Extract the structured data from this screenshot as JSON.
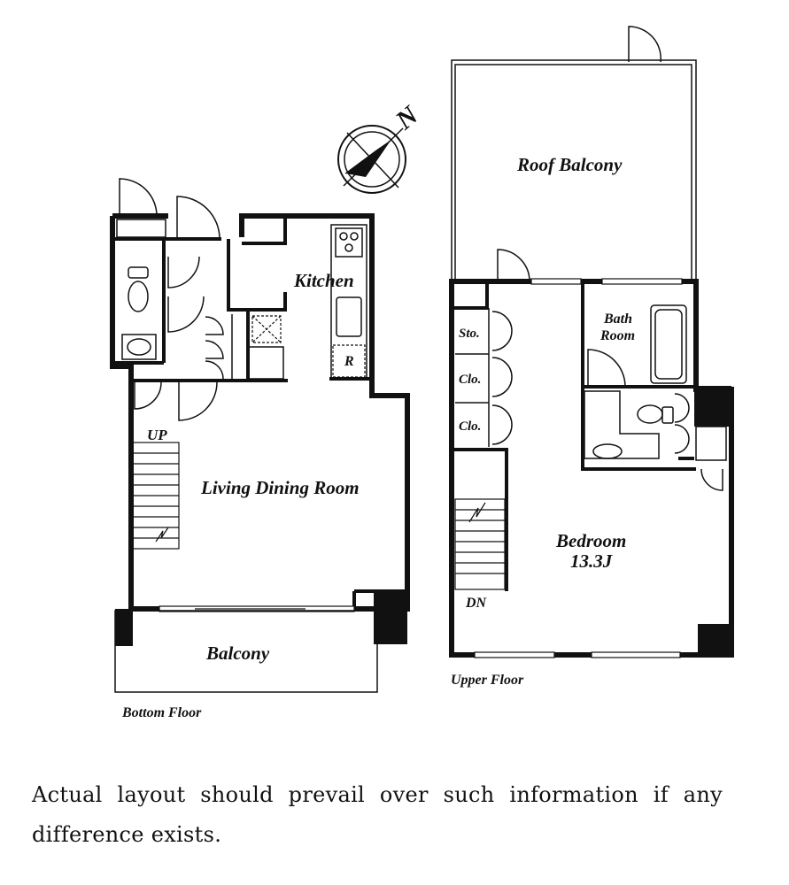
{
  "floorplan": {
    "compass_letter": "N",
    "bottom_floor": {
      "caption": "Bottom Floor",
      "rooms": {
        "kitchen": "Kitchen",
        "living": "Living Dining Room",
        "balcony": "Balcony",
        "up": "UP",
        "fridge": "R"
      }
    },
    "upper_floor": {
      "caption": "Upper Floor",
      "rooms": {
        "roof_balcony": "Roof Balcony",
        "bath_line1": "Bath",
        "bath_line2": "Room",
        "storage": "Sto.",
        "closet1": "Clo.",
        "closet2": "Clo.",
        "bedroom": "Bedroom",
        "bedroom_size": "13.3J",
        "down": "DN"
      }
    }
  },
  "disclaimer": "Actual layout should prevail over such information if any difference exists."
}
